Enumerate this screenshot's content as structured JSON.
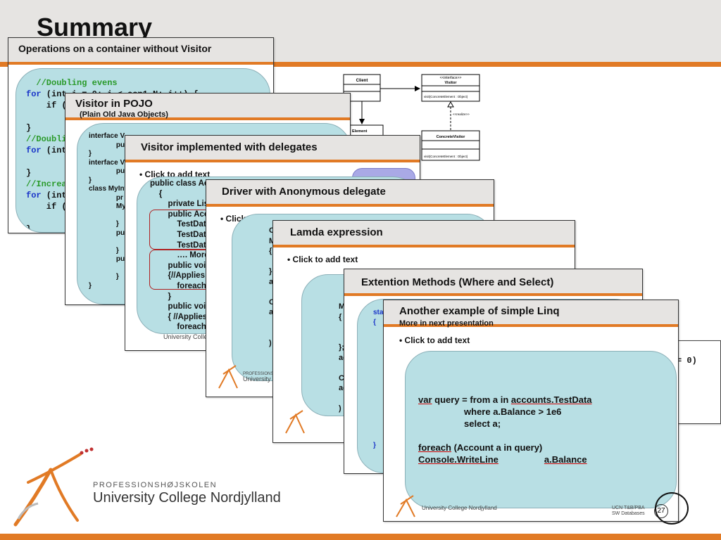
{
  "page": {
    "title": "Summary",
    "logo_small": "PROFESSIONSHØJSKOLEN",
    "logo_big": "University College Nordjylland",
    "page_number": "27"
  },
  "uml": {
    "client": "Client",
    "interface_stereotype": "<<interface>>",
    "visitor": "Visitor",
    "visit_method": "visit(ConcreteElement : Object)",
    "realize": "<<realize>>",
    "concrete_visitor": "ConcreteVisitor",
    "element": "Element"
  },
  "slides": {
    "s1": {
      "title": "Operations on a container without Visitor",
      "code": [
        {
          "c": "  //Doubling evens"
        },
        {
          "k": "for",
          "t": " (int i = 0; i < con1.N; i++) {"
        },
        {
          "t": "    if ("
        },
        {
          "t": ""
        },
        {
          "t": "}"
        },
        {
          "c": "//Doubli"
        },
        {
          "k": "for",
          "t": " (int"
        },
        {
          "t": ""
        },
        {
          "t": "}"
        },
        {
          "c": "//Increa"
        },
        {
          "k": "for",
          "t": " (int"
        },
        {
          "t": "    if ("
        },
        {
          "t": ""
        },
        {
          "t": "}"
        }
      ]
    },
    "s2": {
      "title": "Visitor in POJO",
      "subtitle": "(Plain Old Java Objects)",
      "code": "interface V\n              pu\n}\ninterface V\n              pu\n}\nclass MyInt\n              pr\n              My\n\n              }\n              pu\n\n              }\n              pu\n\n              }\n}"
    },
    "s3": {
      "title": "Visitor implemented with delegates",
      "bullet": "• Click to add text",
      "code": "public class Ac\n    {\n        private Lis\n        public Acc\n            TestDat\n            TestDat\n            TestDat\n            …. More\n        public voi\n        {//Applies\n            foreach\n        }\n        public voi\n        { //Applies\n            foreach\n}",
      "footer": "University College"
    },
    "s4": {
      "title": "Driver with Anonymous delegate",
      "bullet": "• Click to add text",
      "code": "C\nM\n{\n\n}\na\n\nC\na\n\n\n)",
      "footer_small": "PROFESSIONSHØ",
      "footer": "University C"
    },
    "s5": {
      "title": "Lamda expression",
      "bullet": "• Click to add text",
      "code": "M\n{\n\n\n};\nac\n\nC\nac\n\n)"
    },
    "s6": {
      "title": "Extention Methods (Where and Select)",
      "code": "sta\n{    p\n\n      {\n\n\n      }\n\n      p\n\n      {\n\n\n      }\n}"
    },
    "s7": {
      "title": "Another example of simple Linq",
      "subtitle": "More in next presentation",
      "bullet": "• Click to add text",
      "footer": "University College Nordjylland",
      "footer_right_1": "UCN T&B/PBA",
      "footer_right_2": "SW Databases",
      "page_number": "27",
      "linq": [
        {
          "u": "var",
          "t": " query = from a in ",
          "u2": "accounts.TestData"
        },
        {
          "t": "                  where a.Balance > 1e6"
        },
        {
          "t": "                  select a;"
        },
        {
          "t": ""
        },
        {
          "u": "foreach",
          "t": " (Account a in query)"
        },
        {
          "t": "                  ",
          "u": "Console.WriteLine",
          "t2": "(",
          "u2": "a.Balance",
          "t3": ");"
        }
      ]
    },
    "s8": {
      "code": "= 0)"
    }
  }
}
